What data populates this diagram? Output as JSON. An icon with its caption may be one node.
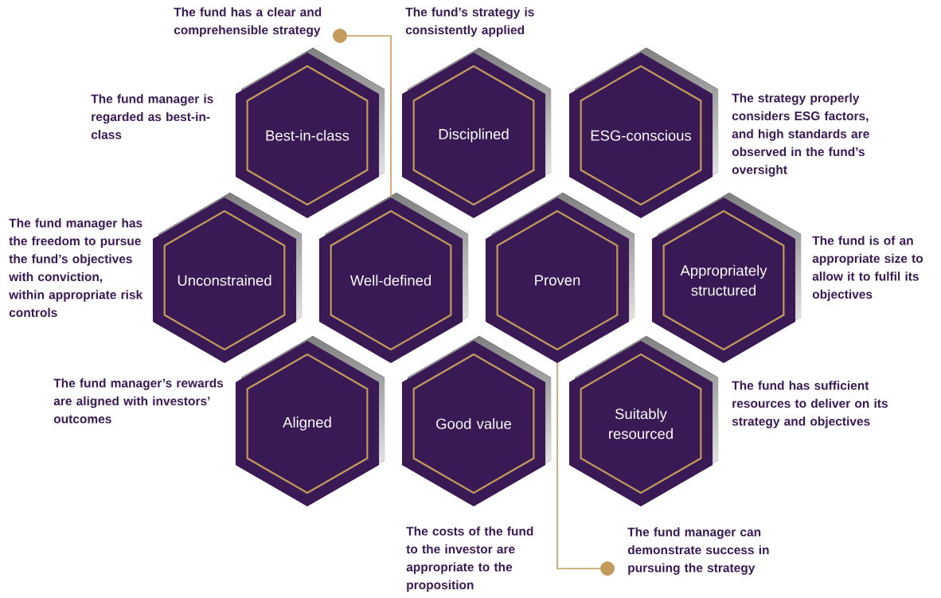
{
  "diagram": {
    "nodes": [
      {
        "text": [
          "The fund has a clear and comprehensible strategy"
        ]
      },
      {
        "text": [
          "Best-in-class"
        ],
        "beside": [
          "The fund manager is regarded as best-in-class"
        ]
      },
      {
        "text": [
          "Disciplined"
        ],
        "beside": [
          "The fund’s strategy is consistently applied"
        ]
      },
      {
        "text": [
          "ESG-conscious"
        ],
        "beside": [
          "The strategy properly considers ESG factors, and high standards are observed in the fund’s oversight"
        ]
      },
      {
        "text": [
          "Unconstrained"
        ],
        "beside": [
          "The fund manager has the freedom to pursue the fund’s objectives with conviction, within appropriate risk controls"
        ]
      },
      {
        "text": [
          "Well-defined"
        ]
      },
      {
        "text": [
          "Proven"
        ]
      },
      {
        "text": [
          "Appropriately structured"
        ],
        "beside": [
          "The fund is of an appropriate size to allow it to fulfil its objectives"
        ]
      },
      {
        "text": [
          "Aligned"
        ],
        "beside": [
          "The fund manager’s rewards are aligned with investors’ outcomes"
        ]
      },
      {
        "text": [
          "Good value"
        ],
        "beside": [
          "The costs of the fund to the investor are appropriate to the proposition"
        ]
      },
      {
        "text": [
          "Suitably resourced"
        ],
        "beside": [
          "The fund has sufficient resources to deliver on its strategy and objectives"
        ]
      },
      {
        "text": [
          "The fund manager can demonstrate success in pursuing the strategy"
        ]
      }
    ],
    "edges": [
      {
        "from": 0,
        "to": 5,
        "arrow": "other"
      },
      {
        "from": 11,
        "to": 6,
        "arrow": "other"
      }
    ]
  }
}
